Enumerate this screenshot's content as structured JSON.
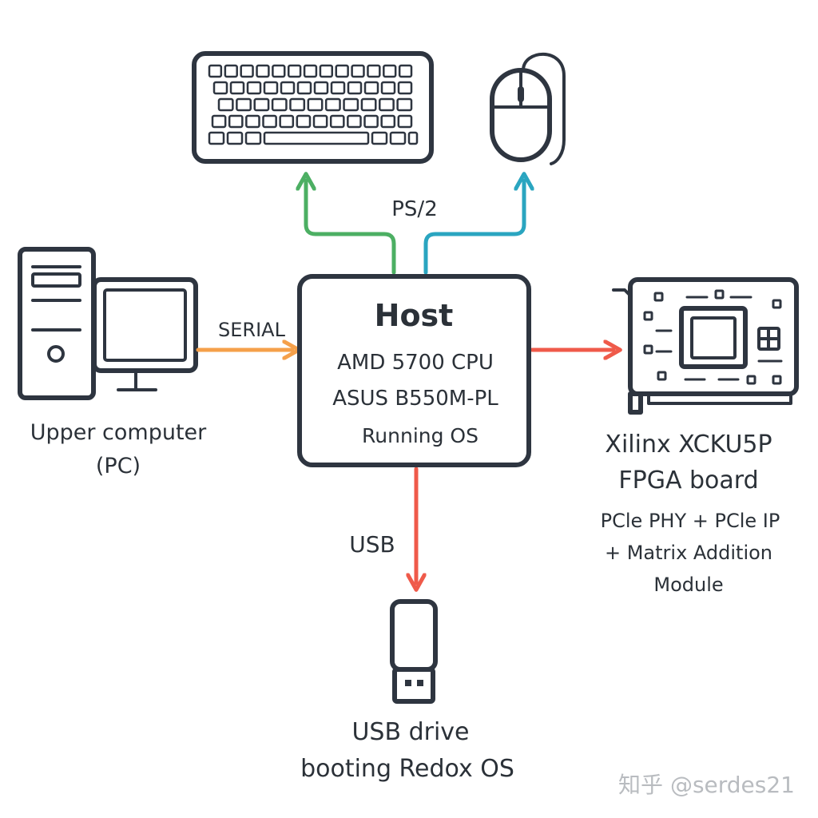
{
  "host": {
    "title": "Host",
    "lines": [
      "AMD 5700 CPU",
      "ASUS B550M-PL",
      "Running OS"
    ]
  },
  "connections": {
    "ps2": "PS/2",
    "serial": "SERIAL",
    "usb": "USB"
  },
  "upper_computer": {
    "lines": [
      "Upper computer",
      "(PC)"
    ]
  },
  "fpga": {
    "title_lines": [
      "Xilinx XCKU5P",
      "FPGA board"
    ],
    "detail_lines": [
      "PCle PHY + PCle IP",
      "+ Matrix Addition",
      "Module"
    ]
  },
  "usb_drive": {
    "lines": [
      "USB drive",
      "booting Redox OS"
    ]
  },
  "watermark": "知乎 @serdes21",
  "icons": {
    "keyboard": "keyboard-icon",
    "mouse": "mouse-icon",
    "pc": "desktop-pc-icon",
    "fpga": "fpga-board-icon",
    "usb_drive": "usb-drive-icon"
  },
  "colors": {
    "outline": "#2e3540",
    "text": "#2b3138",
    "keyboard_link": "#4caf63",
    "mouse_link": "#2aa5c0",
    "serial_link": "#f5a04a",
    "fpga_link": "#ef5a4a",
    "usb_link": "#ef5a4a",
    "watermark": "#b9bcc0"
  }
}
